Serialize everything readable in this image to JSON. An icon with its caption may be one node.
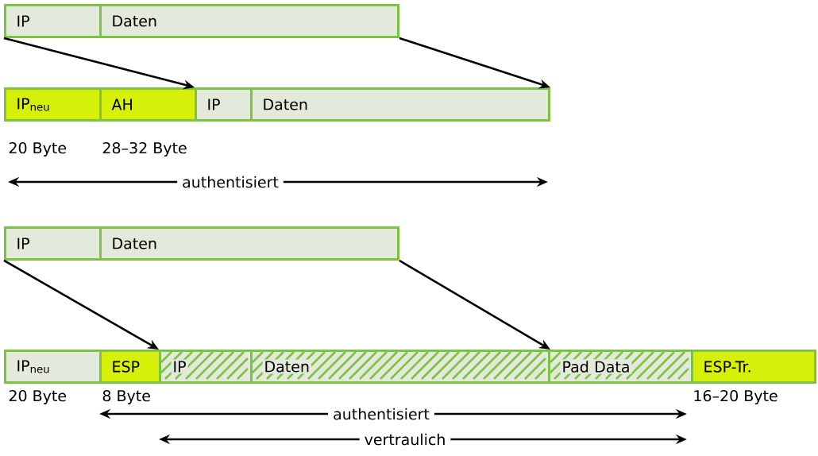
{
  "diagram": {
    "nodes": [
      {
        "text": [
          "IP"
        ]
      },
      {
        "text": [
          "Daten"
        ]
      },
      {
        "text": [
          "IP$_{neu}$"
        ]
      },
      {
        "text": [
          "AH"
        ]
      },
      {
        "text": [
          "IP"
        ]
      },
      {
        "text": [
          "Daten"
        ]
      },
      {
        "text": [
          "IP"
        ]
      },
      {
        "text": [
          "Daten"
        ]
      },
      {
        "text": [
          "IP$_{neu}$"
        ]
      },
      {
        "text": [
          "ESP"
        ]
      },
      {
        "text": [
          "IP"
        ]
      },
      {
        "text": [
          "Daten"
        ]
      },
      {
        "text": [
          "Pad Data"
        ]
      },
      {
        "text": [
          "ESP-Tr."
        ]
      }
    ],
    "edges": [
      {
        "from": 0,
        "to": 4,
        "arrow": "to"
      },
      {
        "from": 1,
        "to": 5,
        "arrow": "to"
      },
      {
        "from": 6,
        "to": 10,
        "arrow": "to"
      },
      {
        "from": 7,
        "to": 11,
        "arrow": "to"
      }
    ],
    "labels": [
      "20 Byte",
      "28–32 Byte",
      "authentisiert",
      "20 Byte",
      "8 Byte",
      "16–20 Byte",
      "authentisiert",
      "vertraulich"
    ]
  }
}
